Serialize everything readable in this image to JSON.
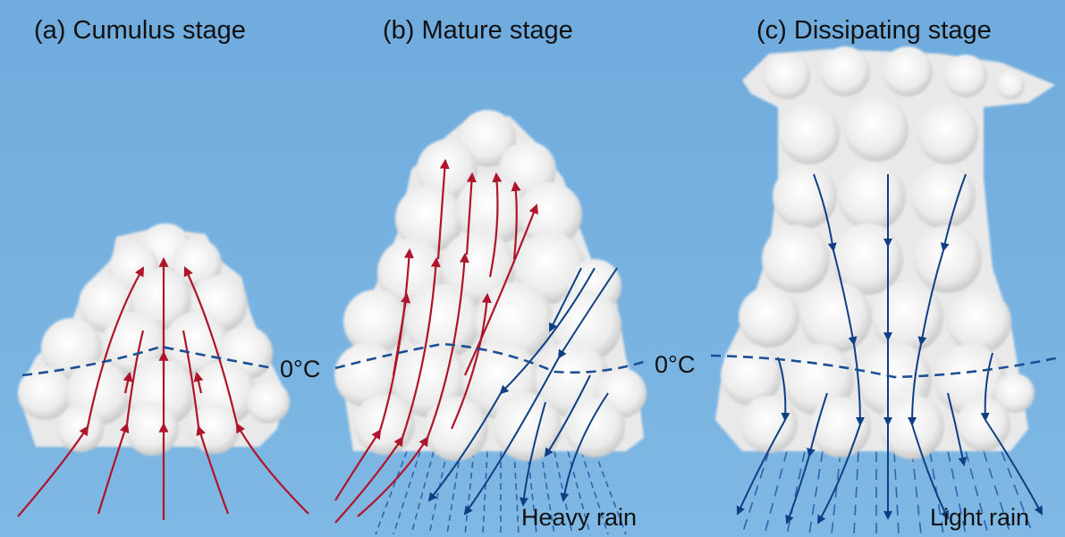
{
  "stages": [
    {
      "id": "cumulus",
      "title": "(a) Cumulus stage"
    },
    {
      "id": "mature",
      "title": "(b) Mature stage",
      "rain_label": "Heavy rain"
    },
    {
      "id": "dissipating",
      "title": "(c) Dissipating stage",
      "rain_label": "Light rain"
    }
  ],
  "freezing_level_label": "0°C",
  "colors": {
    "sky": "#77b1e0",
    "updraft": "#b0142a",
    "downdraft": "#0e3f85",
    "freezing_line": "#1a4f96",
    "rain": "#2e64ab",
    "cloud": "#f4f4f4"
  }
}
